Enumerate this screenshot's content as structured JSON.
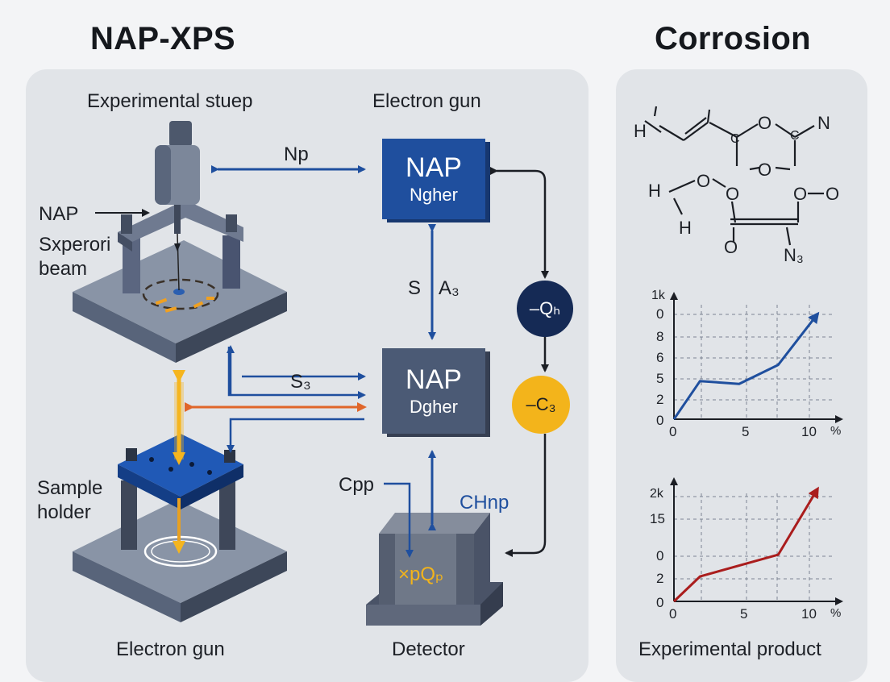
{
  "titles": {
    "left": "NAP-XPS",
    "right": "Corrosion"
  },
  "left_panel": {
    "experimental_setup_label": "Experimental stuep",
    "electron_gun_top_label": "Electron gun",
    "nap_label": "NAP",
    "sxperori_label": "Sxperori",
    "beam_label": "beam",
    "sample_label": "Sample",
    "holder_label": "holder",
    "electron_gun_bottom_label": "Electron gun",
    "detector_label": "Detector",
    "np_arrow_label": "Np",
    "s3_arrow_label": "S₃",
    "s_label": "S",
    "a3_label": "A₃",
    "cpp_label": "Cpp",
    "chnp_label": "CHnp",
    "detector_text": "×pQₚ",
    "box_top": {
      "line1": "NAP",
      "line2": "Ngher"
    },
    "box_mid": {
      "line1": "NAP",
      "line2": "Dgher"
    },
    "circle_qh": "–Qₕ",
    "circle_c3": "–C₃"
  },
  "right_panel": {
    "molecule_atoms": [
      "H",
      "C",
      "O",
      "C",
      "N",
      "H",
      "O",
      "O",
      "O",
      "O",
      "H",
      "O",
      "N₃"
    ],
    "product_label": "Experimental product"
  },
  "colors": {
    "navy": "#1f4f9e",
    "slate_box": "#4b5a75",
    "dark_circle": "#152a55",
    "yellow_circle": "#f3b41b",
    "orange_arrow": "#e0662a",
    "yellow_beam": "#f5b51f",
    "blue_line": "#1f4f9e",
    "red_line": "#aa1d1d"
  },
  "chart_data": [
    {
      "type": "line",
      "title": "",
      "xlabel": "",
      "ylabel": "",
      "x_ticks": [
        "0",
        "5",
        "10",
        "%"
      ],
      "y_ticks": [
        "0",
        "2",
        "5",
        "6",
        "8",
        "0",
        "1k"
      ],
      "x": [
        0,
        2,
        5,
        8,
        11
      ],
      "series": [
        {
          "values": [
            0,
            4,
            3.7,
            5.7,
            11
          ]
        }
      ],
      "xlim": [
        0,
        12
      ],
      "ylim": [
        0,
        11.5
      ],
      "grid": true,
      "color": "#1f4f9e"
    },
    {
      "type": "line",
      "title": "",
      "xlabel": "",
      "ylabel": "",
      "x_ticks": [
        "0",
        "5",
        "10",
        "%"
      ],
      "y_ticks": [
        "0",
        "2",
        "0",
        "15",
        "2k"
      ],
      "x": [
        0,
        2,
        8,
        11
      ],
      "series": [
        {
          "values": [
            0,
            2.4,
            4.5,
            10.8
          ]
        }
      ],
      "xlim": [
        0,
        12
      ],
      "ylim": [
        0,
        11.5
      ],
      "grid": true,
      "color": "#aa1d1d"
    }
  ]
}
